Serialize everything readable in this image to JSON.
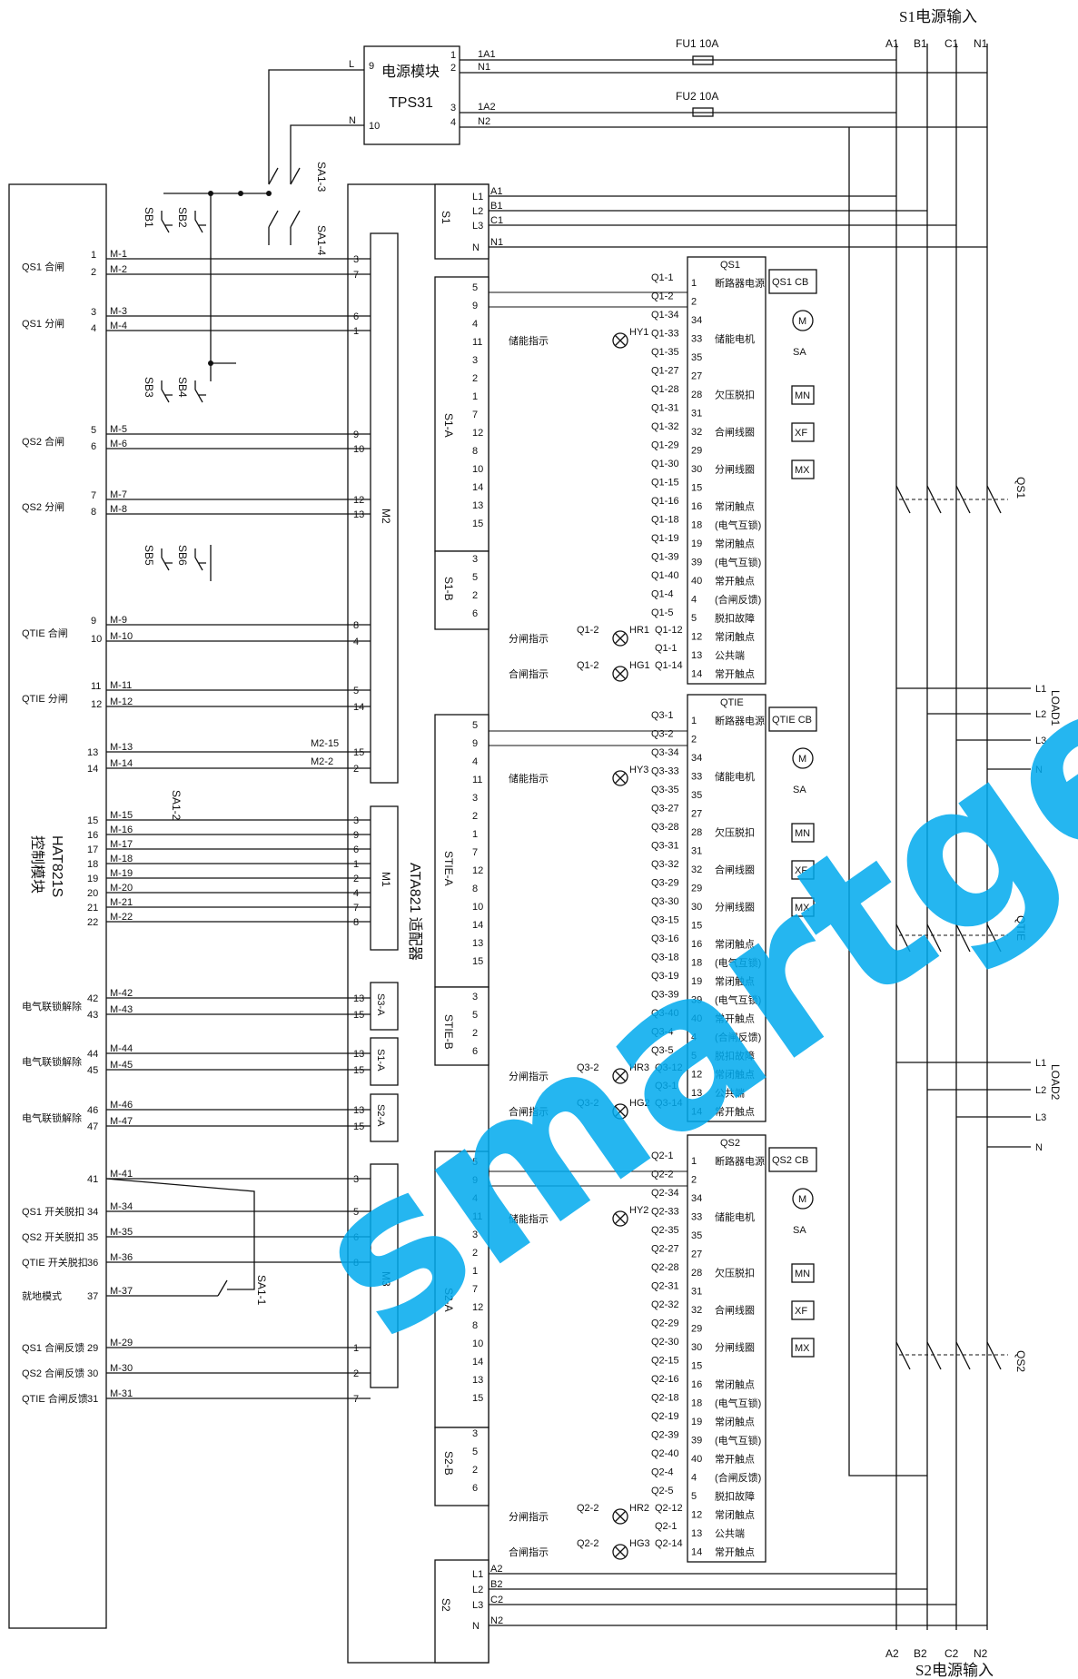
{
  "header": {
    "s1_input": "S1电源输入",
    "s2_input": "S2电源输入",
    "s1_phases": [
      "A1",
      "B1",
      "C1",
      "N1"
    ],
    "s2_phases": [
      "A2",
      "B2",
      "C2",
      "N2"
    ]
  },
  "power_module": {
    "title": "电源模块",
    "model": "TPS31",
    "pins_left": [
      "9",
      "10"
    ],
    "pin_labels_left": [
      "L",
      "N"
    ],
    "pins_right": [
      "1",
      "2",
      "3",
      "4"
    ],
    "out_labels": [
      "1A1",
      "N1",
      "1A2",
      "N2"
    ],
    "fu1": "FU1 10A",
    "fu2": "FU2 10A"
  },
  "switches": {
    "sa1_3": "SA1-3",
    "sa1_4": "SA1-4",
    "sa1_2": "SA1-2",
    "sa1_1": "SA1-1",
    "buttons": [
      "SB1",
      "SB2",
      "SB3",
      "SB4",
      "SB5",
      "SB6"
    ]
  },
  "controller": {
    "title": "HAT821S",
    "subtitle": "控制模块",
    "rows": [
      {
        "label": "QS1 合闸",
        "pins": [
          "1",
          "2"
        ],
        "wires": [
          "M-1",
          "M-2"
        ]
      },
      {
        "label": "QS1 分闸",
        "pins": [
          "3",
          "4"
        ],
        "wires": [
          "M-3",
          "M-4"
        ]
      },
      {
        "label": "QS2 合闸",
        "pins": [
          "5",
          "6"
        ],
        "wires": [
          "M-5",
          "M-6"
        ]
      },
      {
        "label": "QS2 分闸",
        "pins": [
          "7",
          "8"
        ],
        "wires": [
          "M-7",
          "M-8"
        ]
      },
      {
        "label": "QTIE 合闸",
        "pins": [
          "9",
          "10"
        ],
        "wires": [
          "M-9",
          "M-10"
        ]
      },
      {
        "label": "QTIE 分闸",
        "pins": [
          "11",
          "12"
        ],
        "wires": [
          "M-11",
          "M-12"
        ]
      }
    ],
    "pins_13_14": [
      "13",
      "14"
    ],
    "wires_13_14": [
      "M-13",
      "M-14"
    ],
    "m1_pins": [
      "15",
      "16",
      "17",
      "18",
      "19",
      "20",
      "21",
      "22"
    ],
    "m1_wires": [
      "M-15",
      "M-16",
      "M-17",
      "M-18",
      "M-19",
      "M-20",
      "M-21",
      "M-22"
    ],
    "interlock": [
      {
        "label": "电气联锁解除",
        "pins": [
          "42",
          "43"
        ],
        "wires": [
          "M-42",
          "M-43"
        ]
      },
      {
        "label": "电气联锁解除",
        "pins": [
          "44",
          "45"
        ],
        "wires": [
          "M-44",
          "M-45"
        ]
      },
      {
        "label": "电气联锁解除",
        "pins": [
          "46",
          "47"
        ],
        "wires": [
          "M-46",
          "M-47"
        ]
      }
    ],
    "m3_rows": [
      {
        "label": "",
        "pin": "41",
        "wire": "M-41"
      },
      {
        "label": "QS1 开关脱扣",
        "pin": "34",
        "wire": "M-34"
      },
      {
        "label": "QS2 开关脱扣",
        "pin": "35",
        "wire": "M-35"
      },
      {
        "label": "QTIE 开关脱扣",
        "pin": "36",
        "wire": "M-36"
      },
      {
        "label": "就地模式",
        "pin": "37",
        "wire": "M-37"
      },
      {
        "label": "QS1 合闸反馈",
        "pin": "29",
        "wire": "M-29"
      },
      {
        "label": "QS2 合闸反馈",
        "pin": "30",
        "wire": "M-30"
      },
      {
        "label": "QTIE 合闸反馈",
        "pin": "31",
        "wire": "M-31"
      }
    ]
  },
  "adapter": {
    "title": "ATA821 适配器",
    "m2_label": "M2",
    "m2_pins": [
      "3",
      "7",
      "6",
      "1",
      "9",
      "10",
      "12",
      "13",
      "8",
      "4",
      "5",
      "14",
      "15",
      "2"
    ],
    "m2_extra": [
      "M2-15",
      "M2-2"
    ],
    "m1_label": "M1",
    "m1_pins": [
      "3",
      "9",
      "6",
      "1",
      "2",
      "4",
      "7",
      "8"
    ],
    "s_blocks": [
      {
        "label": "S3-A",
        "pins": [
          "13",
          "15"
        ]
      },
      {
        "label": "S1-A",
        "pins": [
          "13",
          "15"
        ]
      },
      {
        "label": "S2-A",
        "pins": [
          "13",
          "15"
        ]
      }
    ],
    "m3_label": "M3",
    "m3_pins": [
      "3",
      "5",
      "6",
      "8",
      "1",
      "2",
      "7"
    ],
    "s1_label": "S1",
    "s2_label": "S2",
    "l_pins": [
      "L1",
      "L2",
      "L3",
      "N"
    ],
    "s1_wires": [
      "A1",
      "B1",
      "C1",
      "N1"
    ],
    "s2_wires": [
      "A2",
      "B2",
      "C2",
      "N2"
    ],
    "side_pins_a": [
      "5",
      "9",
      "4",
      "11",
      "3",
      "2",
      "1",
      "7",
      "12",
      "8",
      "10",
      "14",
      "13",
      "15"
    ],
    "side_pins_b": [
      "3",
      "5",
      "2",
      "6"
    ],
    "side_labels": [
      {
        "a": "S1-A",
        "b": "S1-B"
      },
      {
        "a": "STIE-A",
        "b": "STIE-B"
      },
      {
        "a": "S2-A",
        "b": "S2-B"
      }
    ]
  },
  "breakers": [
    {
      "name": "QS1",
      "cb": "QS1 CB",
      "p": "Q1",
      "wires": [
        "Q1-1",
        "Q1-2",
        "Q1-34",
        "Q1-33",
        "Q1-35",
        "Q1-27",
        "Q1-28",
        "Q1-31",
        "Q1-32",
        "Q1-29",
        "Q1-30",
        "Q1-15",
        "Q1-16",
        "Q1-18",
        "Q1-19",
        "Q1-39",
        "Q1-40",
        "Q1-4",
        "Q1-5"
      ],
      "hy": "HY1",
      "hr": "HR1",
      "hg": "HG1",
      "q12": "Q1-2",
      "q12w": "Q1-12",
      "q11": "Q1-1",
      "q114": "Q1-14",
      "load": "LOAD1",
      "load_lines": [
        "L1",
        "L2",
        "L3",
        "N"
      ]
    },
    {
      "name": "QTIE",
      "cb": "QTIE CB",
      "p": "Q3",
      "wires": [
        "Q3-1",
        "Q3-2",
        "Q3-34",
        "Q3-33",
        "Q3-35",
        "Q3-27",
        "Q3-28",
        "Q3-31",
        "Q3-32",
        "Q3-29",
        "Q3-30",
        "Q3-15",
        "Q3-16",
        "Q3-18",
        "Q3-19",
        "Q3-39",
        "Q3-40",
        "Q3-4",
        "Q3-5"
      ],
      "hy": "HY3",
      "hr": "HR3",
      "hg": "HG2",
      "q12": "Q3-2",
      "q12w": "Q3-12",
      "q11": "Q3-1",
      "q114": "Q3-14",
      "load": "LOAD2",
      "load_lines": [
        "L1",
        "L2",
        "L3",
        "N"
      ]
    },
    {
      "name": "QS2",
      "cb": "QS2 CB",
      "p": "Q2",
      "wires": [
        "Q2-1",
        "Q2-2",
        "Q2-34",
        "Q2-33",
        "Q2-35",
        "Q2-27",
        "Q2-28",
        "Q2-31",
        "Q2-32",
        "Q2-29",
        "Q2-30",
        "Q2-15",
        "Q2-16",
        "Q2-18",
        "Q2-19",
        "Q2-39",
        "Q2-40",
        "Q2-4",
        "Q2-5"
      ],
      "hy": "HY2",
      "hr": "HR2",
      "hg": "HG3",
      "q12": "Q2-2",
      "q12w": "Q2-12",
      "q11": "Q2-1",
      "q114": "Q2-14",
      "load": "",
      "load_lines": []
    }
  ],
  "breaker_terms": [
    "1",
    "2",
    "34",
    "33",
    "35",
    "27",
    "28",
    "31",
    "32",
    "29",
    "30",
    "15",
    "16",
    "18",
    "19",
    "39",
    "40",
    "4",
    "5",
    "12",
    "13",
    "14"
  ],
  "breaker_funcs": {
    "power": "断路器电源",
    "motor": "储能电机",
    "uv": "欠压脱扣",
    "close": "合闸线圈",
    "open": "分闸线圈",
    "nc1": "常闭触点",
    "nc1b": "(电气互锁)",
    "nc2": "常闭触点",
    "nc2b": "(电气互锁)",
    "no": "常开触点",
    "nob": "(合闸反馈)",
    "trip": "脱扣故障",
    "nc": "常闭触点",
    "com": "公共端",
    "no2": "常开触点"
  },
  "coils": [
    "M",
    "SA",
    "MN",
    "XF",
    "MX"
  ],
  "indicators": {
    "storage": "储能指示",
    "open": "分闸指示",
    "close": "合闸指示"
  },
  "watermark": "smartgen",
  "colors": {
    "watermark": "#00aaee",
    "line": "#111111"
  }
}
